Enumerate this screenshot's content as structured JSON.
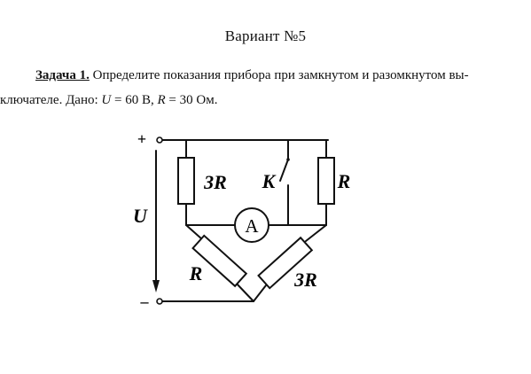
{
  "header": {
    "variant": "Вариант №5"
  },
  "task": {
    "title": "Задача 1.",
    "text_line1": " Определите показания прибора при замкнутом и разомкнутом вы-",
    "text_line2_a": "ключателе. Дано: ",
    "U_sym": "U",
    "text_line2_b": " = 60 В, ",
    "R_sym": "R",
    "text_line2_c": " = 30 Ом."
  },
  "circuit": {
    "plus_terminal": "+",
    "minus_terminal": "–",
    "voltage_label": "U",
    "r1_label": "3R",
    "switch_label": "K",
    "r2_label": "R",
    "ammeter_label": "A",
    "r3_label": "R",
    "r4_label": "3R"
  }
}
